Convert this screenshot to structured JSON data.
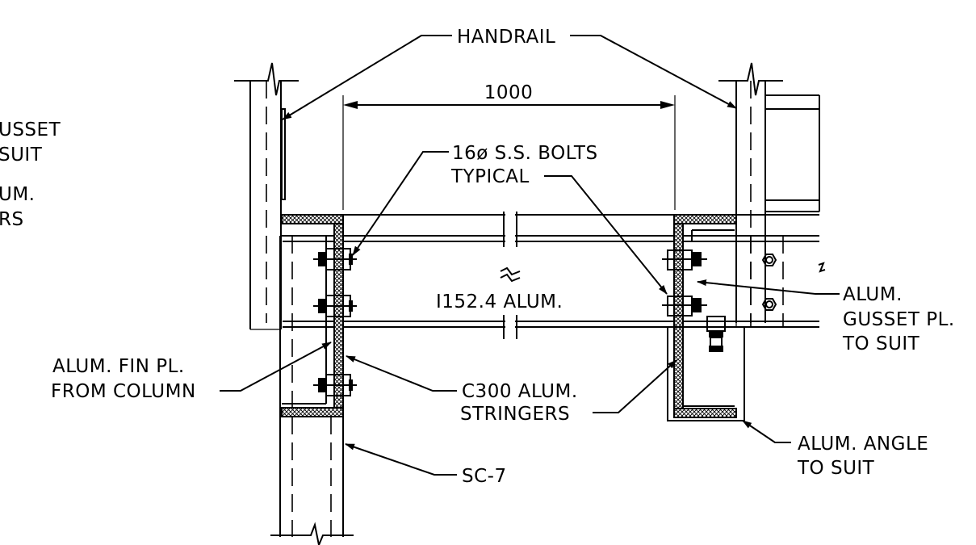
{
  "labels": {
    "handrail": "HANDRAIL",
    "dimension": "1000",
    "bolts_line1": "16ø S.S. BOLTS",
    "bolts_line2": "TYPICAL",
    "beam": "I152.4 ALUM.",
    "gusset_r_line1": "ALUM.",
    "gusset_r_line2": "GUSSET PL.",
    "gusset_r_line3": "TO SUIT",
    "fin_line1": "ALUM. FIN PL.",
    "fin_line2": "FROM COLUMN",
    "stringers_line1": "C300 ALUM.",
    "stringers_line2": "STRINGERS",
    "angle_line1": "ALUM. ANGLE",
    "angle_line2": "TO SUIT",
    "column": "SC-7",
    "cut_left_line1": "USSET",
    "cut_left_line2": "SUIT",
    "cut_left_line3": "UM.",
    "cut_left_line4": "RS"
  }
}
